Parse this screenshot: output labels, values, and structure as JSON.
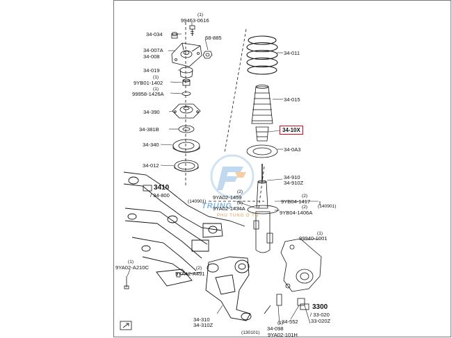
{
  "watermark": {
    "brand": "TRUNG...",
    "subtitle": "PHỤ TÙNG Ô TÔ"
  },
  "labels": {
    "p99463_qty": "(1)",
    "p99463": "99463-0616",
    "p34034": "34-034",
    "p68885": "68-885",
    "p34007a": "34-007A",
    "p34008": "34-008",
    "p34019": "34-019",
    "p9yb01_qty": "(1)",
    "p9yb01": "9YB01-1402",
    "p99958_qty": "(1)",
    "p99958": "99958-1426A",
    "p34390": "34-390",
    "p34381b": "34-381B",
    "p34340": "34-340",
    "p34012": "34-012",
    "p34011": "34-011",
    "p34015": "34-015",
    "p3410x": "34-10X",
    "p340a3": "34-0A3",
    "p34910": "34-910",
    "p34910z": "34-910Z",
    "p3410_ref": "3410",
    "p34800": "/ 34-800",
    "p140901a": "(140901)",
    "p9ya02_1459_qty": "(2)",
    "p9ya02_1459": "9YA02-1459",
    "p9ya02_1434a_qty": "(2)",
    "p9ya02_1434a": "9YA02-1434A",
    "p9yb04_1417_qty": "(2)",
    "p9yb04_1417": "9YB04-1417",
    "p140901b": "(140901)",
    "p9yb04_1406a_qty": "(2)",
    "p9yb04_1406a": "9YB04-1406A",
    "p99940_qty": "(1)",
    "p99940": "99940-1001",
    "p9ya02_a210c_qty": "(1)",
    "p9ya02_a210c": "9YA02-A210C",
    "p9ya42_qty": "(2)",
    "p9ya42": "9YA42-A491",
    "p3300_ref": "3300",
    "p33020": "/ 33-020",
    "p33020z": "33-020Z",
    "p34552": "34-552",
    "p34310": "34-310",
    "p34310z": "34-310Z",
    "p34098_qty": "(1)",
    "p34098": "34-098",
    "p130101": "(130101)",
    "p9ya02_101h": "9YA02-101H"
  },
  "highlight_color": "#e0001b"
}
